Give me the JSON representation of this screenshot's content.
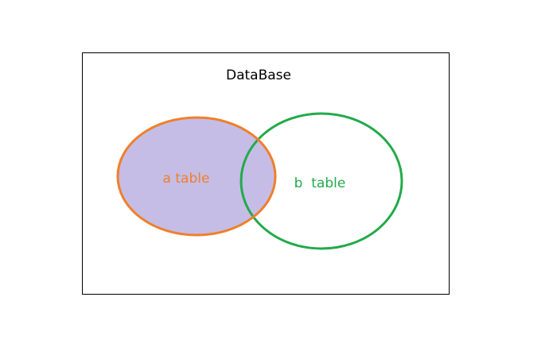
{
  "diagram": {
    "title": "DataBase",
    "sets": [
      {
        "label": "a table",
        "stroke": "#f07f2a",
        "fill": "#c5bde6",
        "text_color": "#f07f2a"
      },
      {
        "label": "b  table",
        "stroke": "#22aa4a",
        "fill": "none",
        "text_color": "#22aa4a"
      }
    ],
    "border_color": "#000000",
    "highlight": "a table"
  }
}
